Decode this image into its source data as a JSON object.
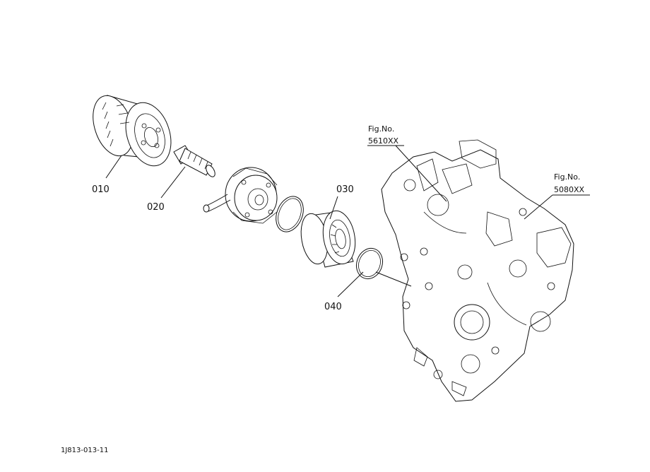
{
  "parts": {
    "p010": "010",
    "p020": "020",
    "p030": "030",
    "p040": "040"
  },
  "refs": {
    "fig_a_label": "Fig.No.",
    "fig_a_number": "5610XX",
    "fig_b_label": "Fig.No.",
    "fig_b_number": "5080XX"
  },
  "document_code": "1J813-013-11"
}
